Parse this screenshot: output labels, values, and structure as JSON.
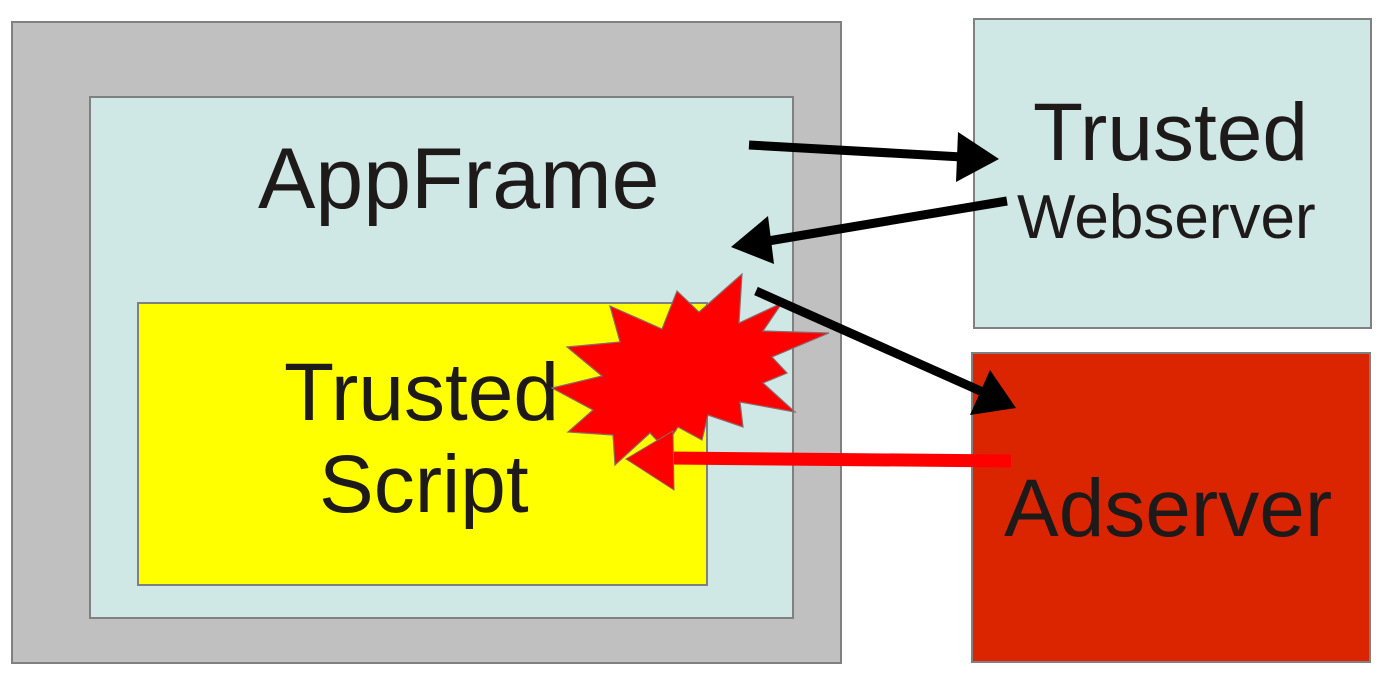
{
  "diagram": {
    "browser_window": {
      "label": "",
      "color": "#C0C0C0"
    },
    "app_frame": {
      "label": "AppFrame",
      "color": "#CFE7E5"
    },
    "trusted_script": {
      "line1": "Trusted",
      "line2": "Script",
      "color": "#FFFF00"
    },
    "trusted_webserver": {
      "line1": "Trusted",
      "line2": "Webserver",
      "color": "#CFE7E5"
    },
    "adserver": {
      "label": "Adserver",
      "color": "#DA2500"
    },
    "explosion": {
      "icon": "explosion-starburst-icon",
      "color": "#FF0000"
    },
    "arrows": [
      {
        "from": "AppFrame",
        "to": "Trusted Webserver",
        "color": "#000000"
      },
      {
        "from": "Trusted Webserver",
        "to": "AppFrame",
        "color": "#000000"
      },
      {
        "from": "AppFrame",
        "to": "Adserver",
        "color": "#000000"
      },
      {
        "from": "Adserver",
        "to": "Trusted Script",
        "color": "#FF0000"
      }
    ],
    "border_color": "#808080",
    "text_color": "#1E1A1A"
  }
}
